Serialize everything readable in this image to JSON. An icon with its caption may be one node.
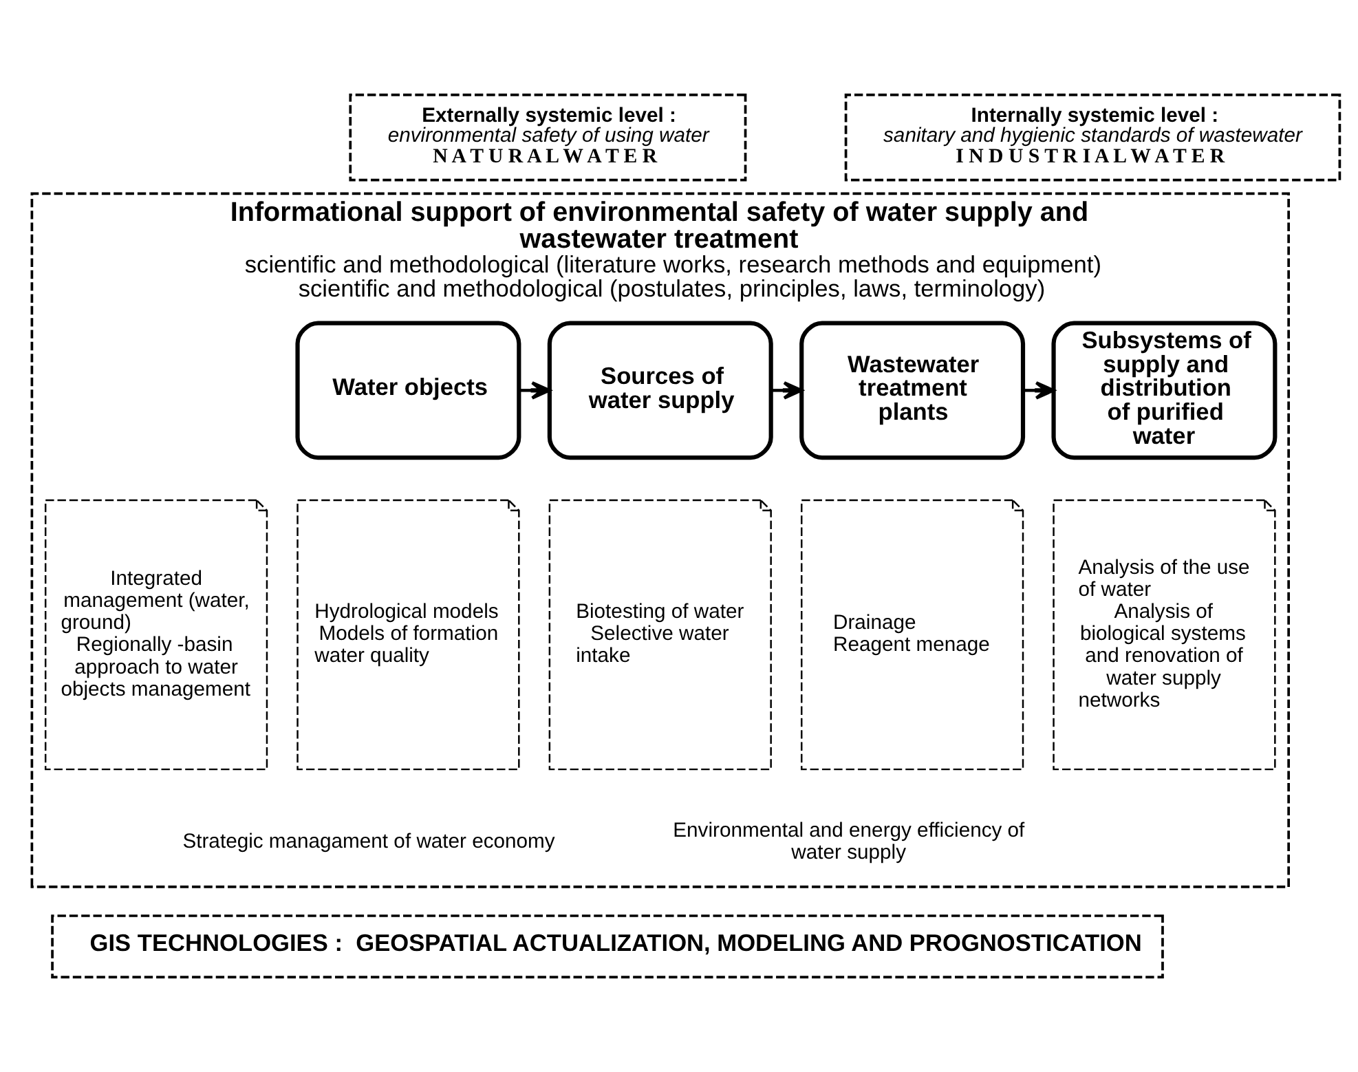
{
  "diagram": {
    "nodes": [
      {
        "text": [
          "Externally systemic level :",
          "environmental safety of using water",
          "N A T U R A L W A T E R"
        ]
      },
      {
        "text": [
          "Internally systemic level :",
          "sanitary and hygienic standards of wastewater",
          "I N D U S T R I A L W A T E R"
        ]
      },
      {
        "text": [
          "Informational support of environmental safety of water supply and wastewater treatment",
          "scientific and methodological (literature works, research methods and equipment)",
          "scientific and methodological (postulates, principles, laws, terminology)"
        ]
      },
      {
        "text": [
          "Water objects"
        ],
        "in": 2
      },
      {
        "text": [
          "Sources of water supply"
        ],
        "in": 2
      },
      {
        "text": [
          "Wastewater treatment plants"
        ],
        "in": 2
      },
      {
        "text": [
          "Subsystems of supply and distribution of purified water"
        ],
        "in": 2
      },
      {
        "text": [
          "Integrated management (water, ground)",
          "Regionally -basin approach to water objects management"
        ],
        "in": 2
      },
      {
        "text": [
          "Hydrological models",
          "Models of formation water quality"
        ],
        "in": 2
      },
      {
        "text": [
          "Biotesting of water",
          "Selective water intake"
        ],
        "in": 2
      },
      {
        "text": [
          "Drainage",
          "Reagent menage"
        ],
        "in": 2
      },
      {
        "text": [
          "Analysis of the use of water",
          "Analysis of biological systems and renovation of water supply networks"
        ],
        "in": 2
      },
      {
        "text": [
          "GIS TECHNOLOGIES :  GEOSPATIAL ACTUALIZATION, MODELING AND PROGNOSTICATION"
        ]
      }
    ],
    "edges": [
      {
        "from": 3,
        "to": 4,
        "arrow": "to"
      },
      {
        "from": 4,
        "to": 5,
        "arrow": "to"
      },
      {
        "from": 5,
        "to": 6,
        "arrow": "to"
      }
    ],
    "labels": [
      "Strategic managament of water economy",
      "Environmental and energy efficiency of water supply"
    ]
  }
}
